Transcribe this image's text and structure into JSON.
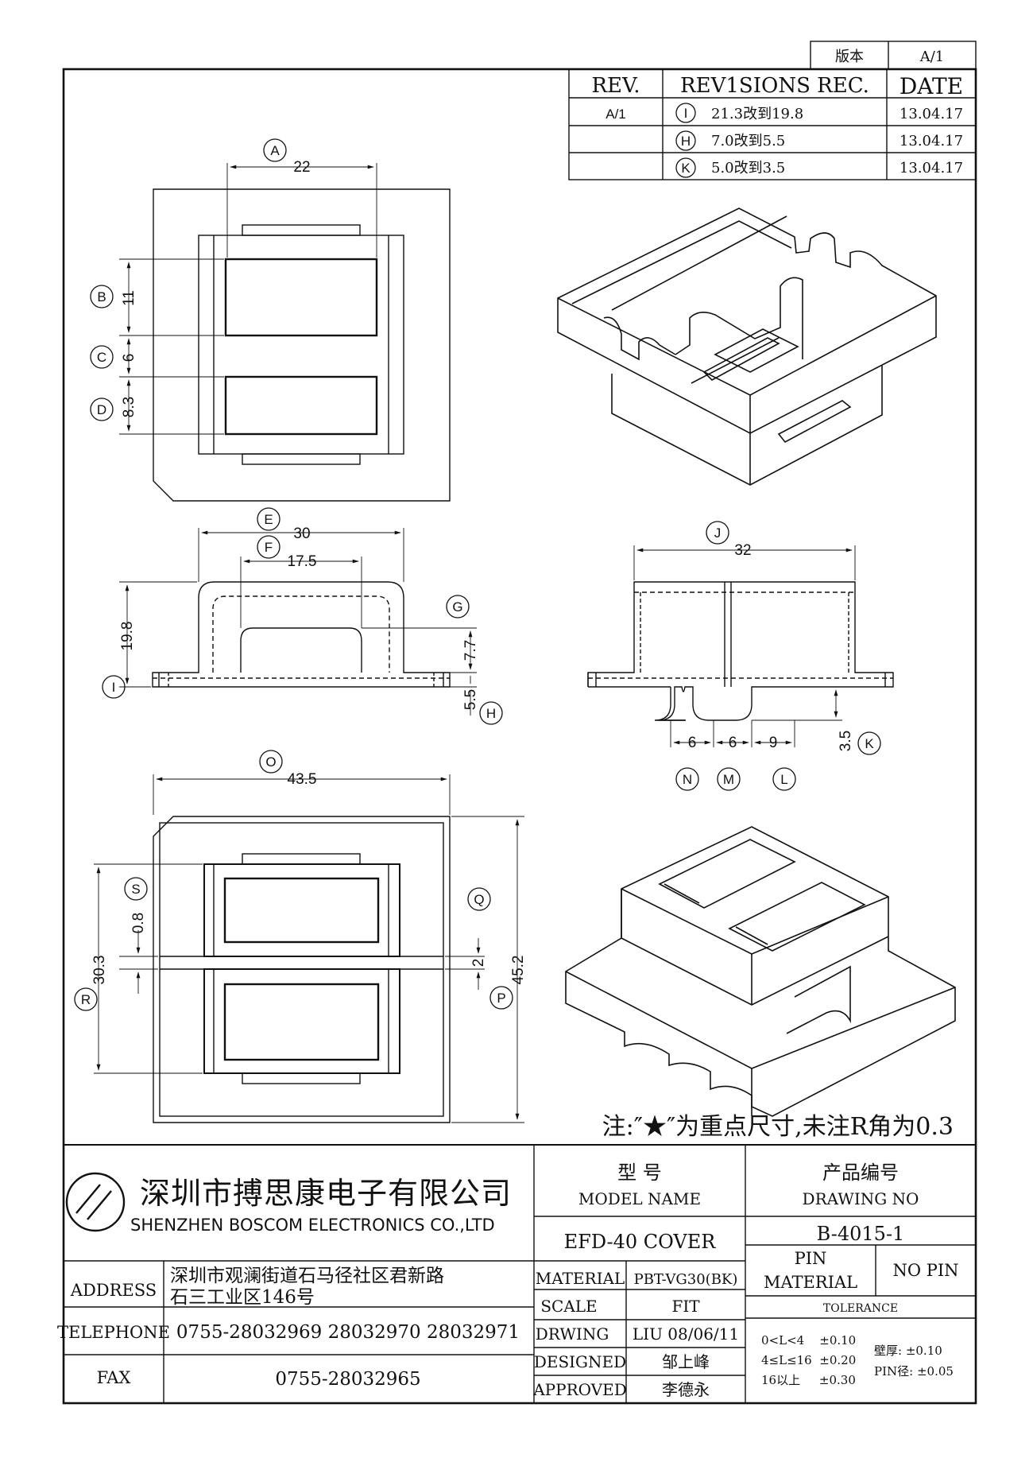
{
  "version_box": {
    "label": "版本",
    "value": "A/1"
  },
  "revisions": {
    "headers": {
      "rev": "REV.",
      "rec": "REV1SIONS REC.",
      "date": "DATE"
    },
    "rows": [
      {
        "rev": "A/1",
        "mark": "I",
        "text": "21.3改到19.8",
        "date": "13.04.17"
      },
      {
        "rev": "",
        "mark": "H",
        "text": "7.0改到5.5",
        "date": "13.04.17"
      },
      {
        "rev": "",
        "mark": "K",
        "text": "5.0改到3.5",
        "date": "13.04.17"
      }
    ]
  },
  "dimensions": {
    "A": "22",
    "B": "11",
    "C": "6",
    "D": "8.3",
    "E": "30",
    "F": "17.5",
    "G": "7.7",
    "H": "5.5",
    "I": "19.8",
    "J": "32",
    "K": "3.5",
    "L": "9",
    "M": "6",
    "N": "6",
    "O": "43.5",
    "P": "45.2",
    "Q": "2",
    "R": "30.3",
    "S": "0.8"
  },
  "dim_labels": {
    "A": "A",
    "B": "B",
    "C": "C",
    "D": "D",
    "E": "E",
    "F": "F",
    "G": "G",
    "H": "H",
    "I": "I",
    "J": "J",
    "K": "K",
    "L": "L",
    "M": "M",
    "N": "N",
    "O": "O",
    "P": "P",
    "Q": "Q",
    "R": "R",
    "S": "S"
  },
  "note": "注:″★″为重点尺寸,未注R角为0.3",
  "company": {
    "name_cn": "深圳市搏思康电子有限公司",
    "name_en": "SHENZHEN BOSCOM ELECTRONICS CO.,LTD"
  },
  "title_block": {
    "model_name_cn": "型    号",
    "model_name_en": "MODEL NAME",
    "model_value": "EFD-40 COVER",
    "drawing_no_cn": "产品编号",
    "drawing_no_en": "DRAWING NO",
    "drawing_no_value": "B-4015-1",
    "address_label": "ADDRESS",
    "address_line1": "深圳市观澜街道石马径社区君新路",
    "address_line2": "石三工业区146号",
    "telephone_label": "TELEPHONE",
    "telephone_value": "0755-28032969 28032970 28032971",
    "fax_label": "FAX",
    "fax_value": "0755-28032965",
    "material_label": "MATERIAL",
    "material_value": "PBT-VG30(BK)",
    "scale_label": "SCALE",
    "scale_value": "FIT",
    "drwing_label": "DRWING",
    "drwing_value": "LIU 08/06/11",
    "designed_label": "DESIGNED",
    "designed_value": "邹上峰",
    "approved_label": "APPROVED",
    "approved_value": "李德永",
    "pin_label_1": "PIN",
    "pin_label_2": "MATERIAL",
    "pin_value": "NO PIN",
    "tolerance_label": "TOLERANCE",
    "tol_row1": "0<L<4    ±0.10",
    "tol_row2": "4≤L≤16  ±0.20",
    "tol_row3": "16以上     ±0.30",
    "wall_label": "壁厚: ±0.10",
    "pin_dia_label": "PIN径: ±0.05"
  }
}
